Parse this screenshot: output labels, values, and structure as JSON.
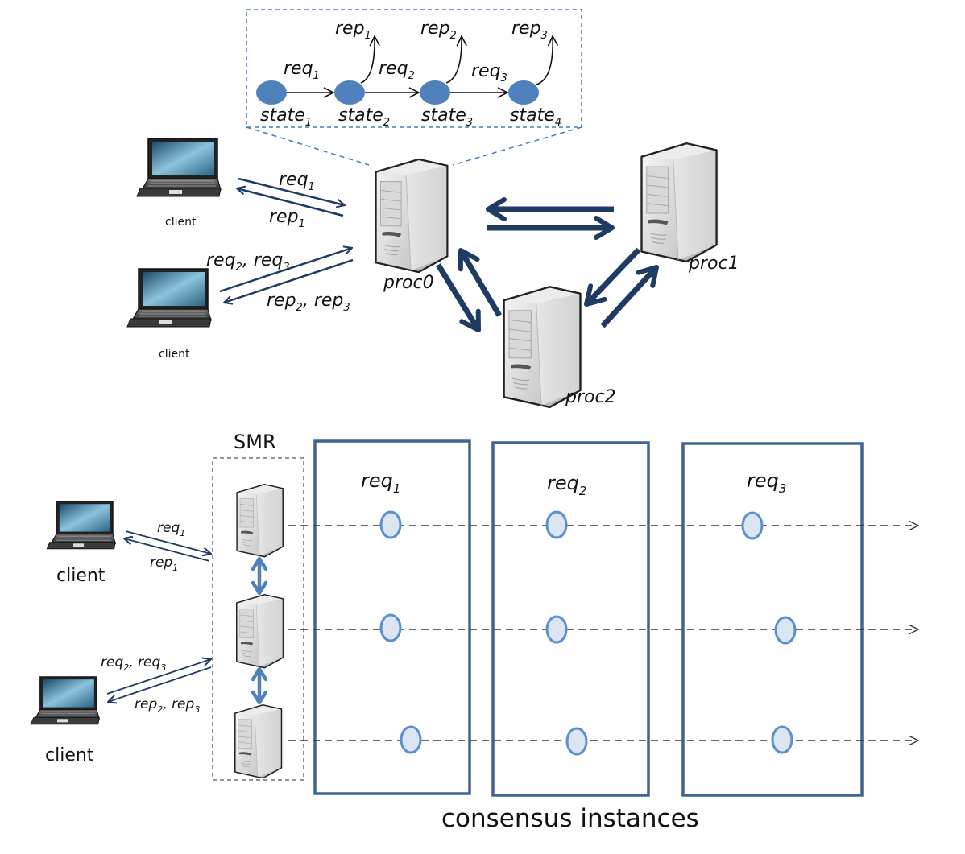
{
  "colors": {
    "accent_dark_blue": "#1f3b63",
    "state_fill": "#4f81bd",
    "box_border": "#41638f",
    "node_fill": "#dce6f2",
    "node_stroke": "#5b8fd0",
    "light_arrow": "#4f81bd",
    "dashed_line": "#333333",
    "callout_border": "#4a7ab8"
  },
  "top": {
    "state_machine": {
      "states": [
        {
          "base": "state",
          "sub": "1"
        },
        {
          "base": "state",
          "sub": "2"
        },
        {
          "base": "state",
          "sub": "3"
        },
        {
          "base": "state",
          "sub": "4"
        }
      ],
      "transitions": [
        {
          "base": "req",
          "sub": "1"
        },
        {
          "base": "req",
          "sub": "2"
        },
        {
          "base": "req",
          "sub": "3"
        }
      ],
      "replies": [
        {
          "base": "rep",
          "sub": "1"
        },
        {
          "base": "rep",
          "sub": "2"
        },
        {
          "base": "rep",
          "sub": "3"
        }
      ]
    },
    "clients": [
      {
        "label": "client",
        "send": {
          "parts": [
            {
              "base": "req",
              "sub": "1"
            }
          ]
        },
        "recv": {
          "parts": [
            {
              "base": "rep",
              "sub": "1"
            }
          ]
        }
      },
      {
        "label": "client",
        "send": {
          "parts": [
            {
              "base": "req",
              "sub": "2"
            },
            {
              "base": "req",
              "sub": "3"
            }
          ]
        },
        "recv": {
          "parts": [
            {
              "base": "rep",
              "sub": "2"
            },
            {
              "base": "rep",
              "sub": "3"
            }
          ]
        }
      }
    ],
    "processes": [
      {
        "label": "proc0"
      },
      {
        "label": "proc1"
      },
      {
        "label": "proc2"
      }
    ]
  },
  "bottom": {
    "smr_label": "SMR",
    "clients": [
      {
        "label": "client",
        "send": {
          "parts": [
            {
              "base": "req",
              "sub": "1"
            }
          ]
        },
        "recv": {
          "parts": [
            {
              "base": "rep",
              "sub": "1"
            }
          ]
        }
      },
      {
        "label": "client",
        "send": {
          "parts": [
            {
              "base": "req",
              "sub": "2"
            },
            {
              "base": "req",
              "sub": "3"
            }
          ]
        },
        "recv": {
          "parts": [
            {
              "base": "rep",
              "sub": "2"
            },
            {
              "base": "rep",
              "sub": "3"
            }
          ]
        }
      }
    ],
    "instances": [
      {
        "base": "req",
        "sub": "1"
      },
      {
        "base": "req",
        "sub": "2"
      },
      {
        "base": "req",
        "sub": "3"
      }
    ],
    "replica_count": 3,
    "caption": "consensus instances"
  }
}
